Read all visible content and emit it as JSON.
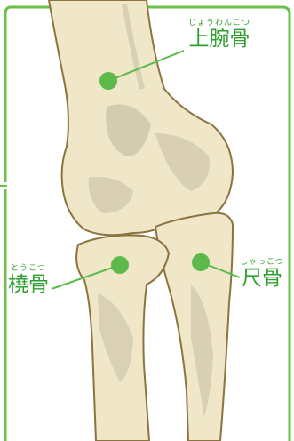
{
  "colors": {
    "frame": "#6cc04a",
    "label": "#2fa02f",
    "bone_fill": "#efe7c8",
    "bone_shade": "#c9c0a5",
    "bone_outline": "#8c7440",
    "marker": "#5db94a"
  },
  "labels": {
    "humerus": {
      "ruby": "じょうわんこつ",
      "name": "上腕骨"
    },
    "radius": {
      "ruby": "とうこつ",
      "name": "橈骨"
    },
    "ulna": {
      "ruby": "しゃっこつ",
      "name": "尺骨"
    }
  }
}
